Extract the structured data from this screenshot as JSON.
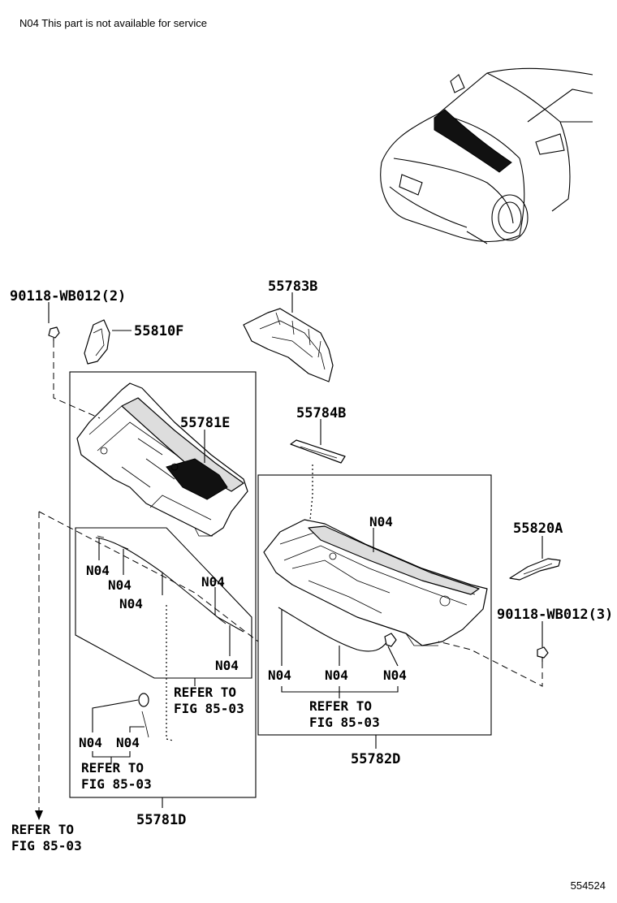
{
  "note": "N04 This part is not available for service",
  "diagram_id": "554524",
  "parts": {
    "clip_left": "90118-WB012(2)",
    "clip_right": "90118-WB012(3)",
    "p55783B": "55783B",
    "p55810F": "55810F",
    "p55781E": "55781E",
    "p55784B": "55784B",
    "p55820A": "55820A",
    "p55782D": "55782D",
    "p55781D": "55781D"
  },
  "n04": "N04",
  "refer_to": "REFER TO",
  "fig": "FIG 85-03"
}
